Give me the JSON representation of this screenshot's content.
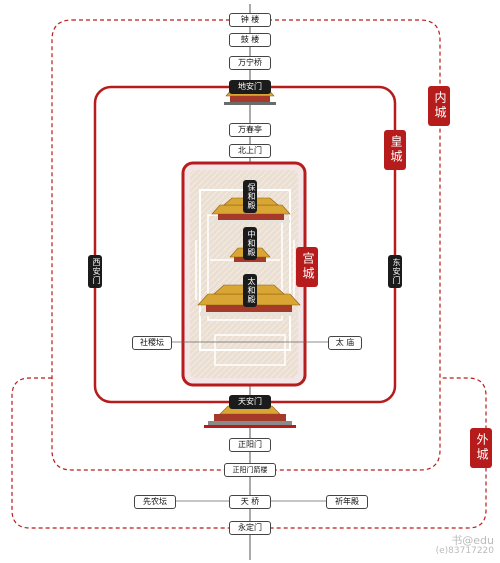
{
  "walls": {
    "inner_city": "内城",
    "imperial_city": "皇城",
    "palace_city": "宫城",
    "outer_city": "外城"
  },
  "axis": [
    "钟 楼",
    "鼓 楼",
    "万宁桥",
    "地安门",
    "万春亭",
    "北上门",
    "保和殿",
    "中和殿",
    "太和殿",
    "天安门",
    "正阳门",
    "正阳门箭楼",
    "天 桥",
    "永定门"
  ],
  "side_labels": {
    "west_gate": "西安门",
    "east_gate": "东安门",
    "sheji_altar": "社稷坛",
    "ancestral_temple": "太 庙",
    "xiannong_altar": "先农坛",
    "qinian_hall": "祈年殿"
  },
  "watermark": {
    "line1": "书@edu",
    "line2": "(e)83717220"
  },
  "colors": {
    "red_wall": "#b71c1c",
    "palace_fill": "#eadfd2",
    "roof_gold": "#d9a633",
    "label_dark": "#1b1b1b"
  }
}
